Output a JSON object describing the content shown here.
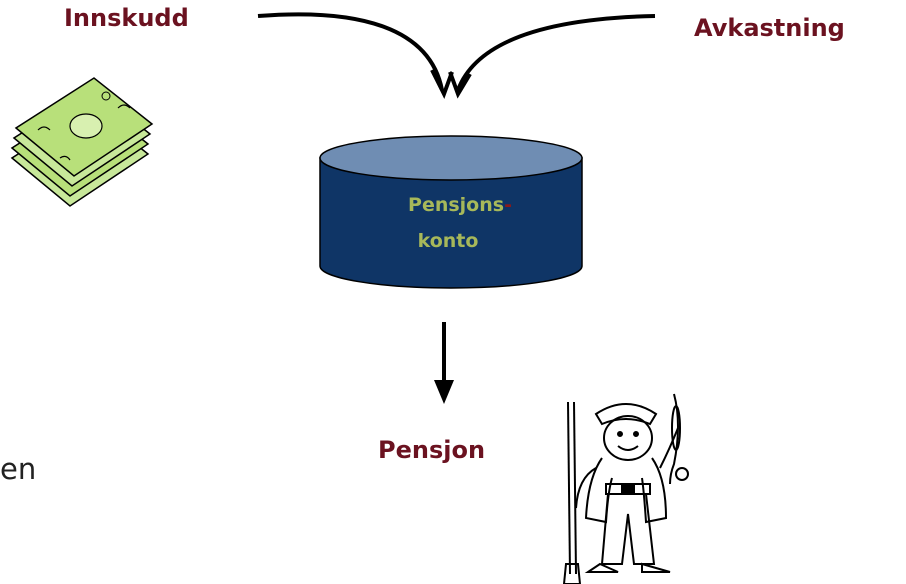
{
  "labels": {
    "innskudd": "Innskudd",
    "avkastning": "Avkastning",
    "pensjon": "Pensjon",
    "cut_text": "en"
  },
  "account": {
    "line1": "Pensjons",
    "hyphen": "-",
    "line2": "konto"
  },
  "colors": {
    "label": "#6b1220",
    "cylinder_body": "#0f3566",
    "cylinder_top": "#6f8db3",
    "account_text": "#a7b85a",
    "money": "#b8e07a",
    "arrow": "#000000"
  },
  "icons": {
    "money": "money-stack-icon",
    "retiree": "retiree-fisherman-icon"
  }
}
